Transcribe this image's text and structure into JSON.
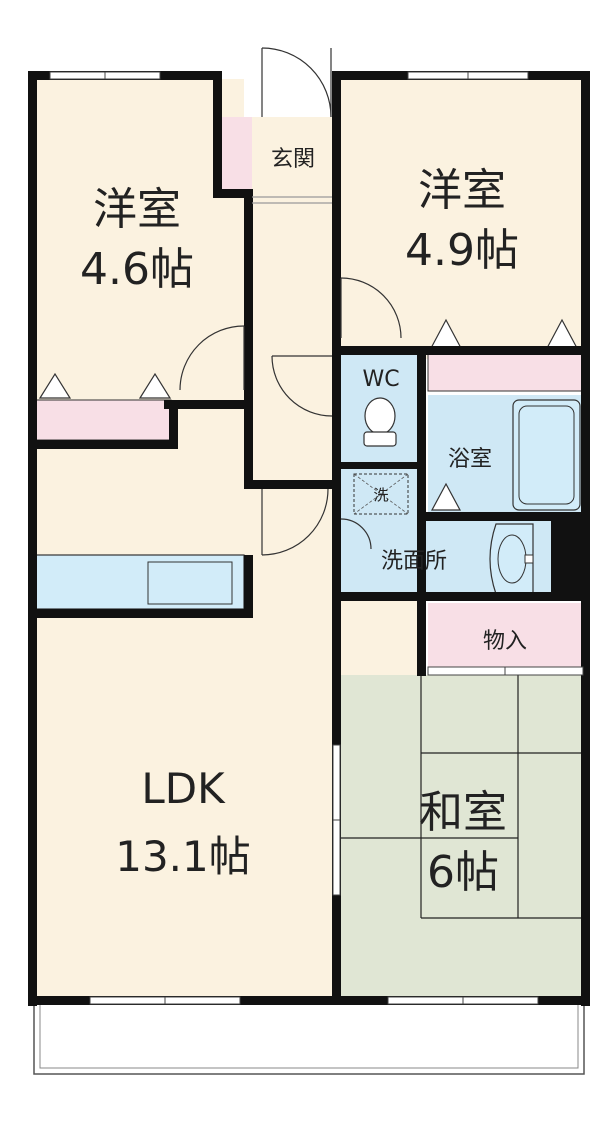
{
  "colors": {
    "wall": "#111111",
    "room_floor": "#fbf2e0",
    "wet_area": "#cfe8f5",
    "tatami": "#e0e6d4",
    "storage_pink": "#f8dfe6",
    "fixture": "#d2ecf9"
  },
  "rooms": {
    "western_left": {
      "name": "洋室",
      "size": "4.6帖"
    },
    "western_right": {
      "name": "洋室",
      "size": "4.9帖"
    },
    "ldk": {
      "name": "LDK",
      "size": "13.1帖"
    },
    "japanese": {
      "name": "和室",
      "size": "6帖"
    },
    "entrance": {
      "name": "玄関"
    },
    "toilet": {
      "name": "WC"
    },
    "bath": {
      "name": "浴室"
    },
    "washer": {
      "name": "洗"
    },
    "washroom": {
      "name": "洗面所"
    },
    "storage": {
      "name": "物入"
    }
  },
  "icons": [
    "door-swing-icon",
    "window-icon",
    "toilet-icon",
    "bathtub-icon",
    "sink-icon",
    "kitchen-counter-icon",
    "tatami-mat-icon"
  ]
}
